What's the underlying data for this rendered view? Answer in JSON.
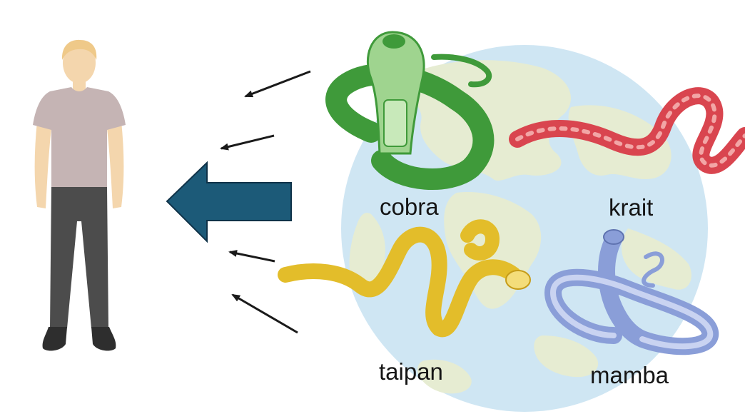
{
  "snakes": [
    {
      "name": "cobra",
      "color": "#3f9a3a",
      "light": "#9fd48f"
    },
    {
      "name": "krait",
      "color": "#d9454f",
      "light": "#f2a6a6"
    },
    {
      "name": "taipan",
      "color": "#e3bd2a",
      "light": "#f4dd7a"
    },
    {
      "name": "mamba",
      "color": "#8a9ed8",
      "light": "#c9d3f1"
    }
  ],
  "colors": {
    "globe_ocean": "#cfe6f3",
    "globe_land": "#e6ecd2",
    "big_arrow": "#1c5a78",
    "thin_arrow": "#1a1a1a",
    "person_shirt": "#c5b4b4",
    "person_pants": "#4c4c4c",
    "person_skin": "#f4d6ad",
    "person_hair": "#efc989"
  }
}
